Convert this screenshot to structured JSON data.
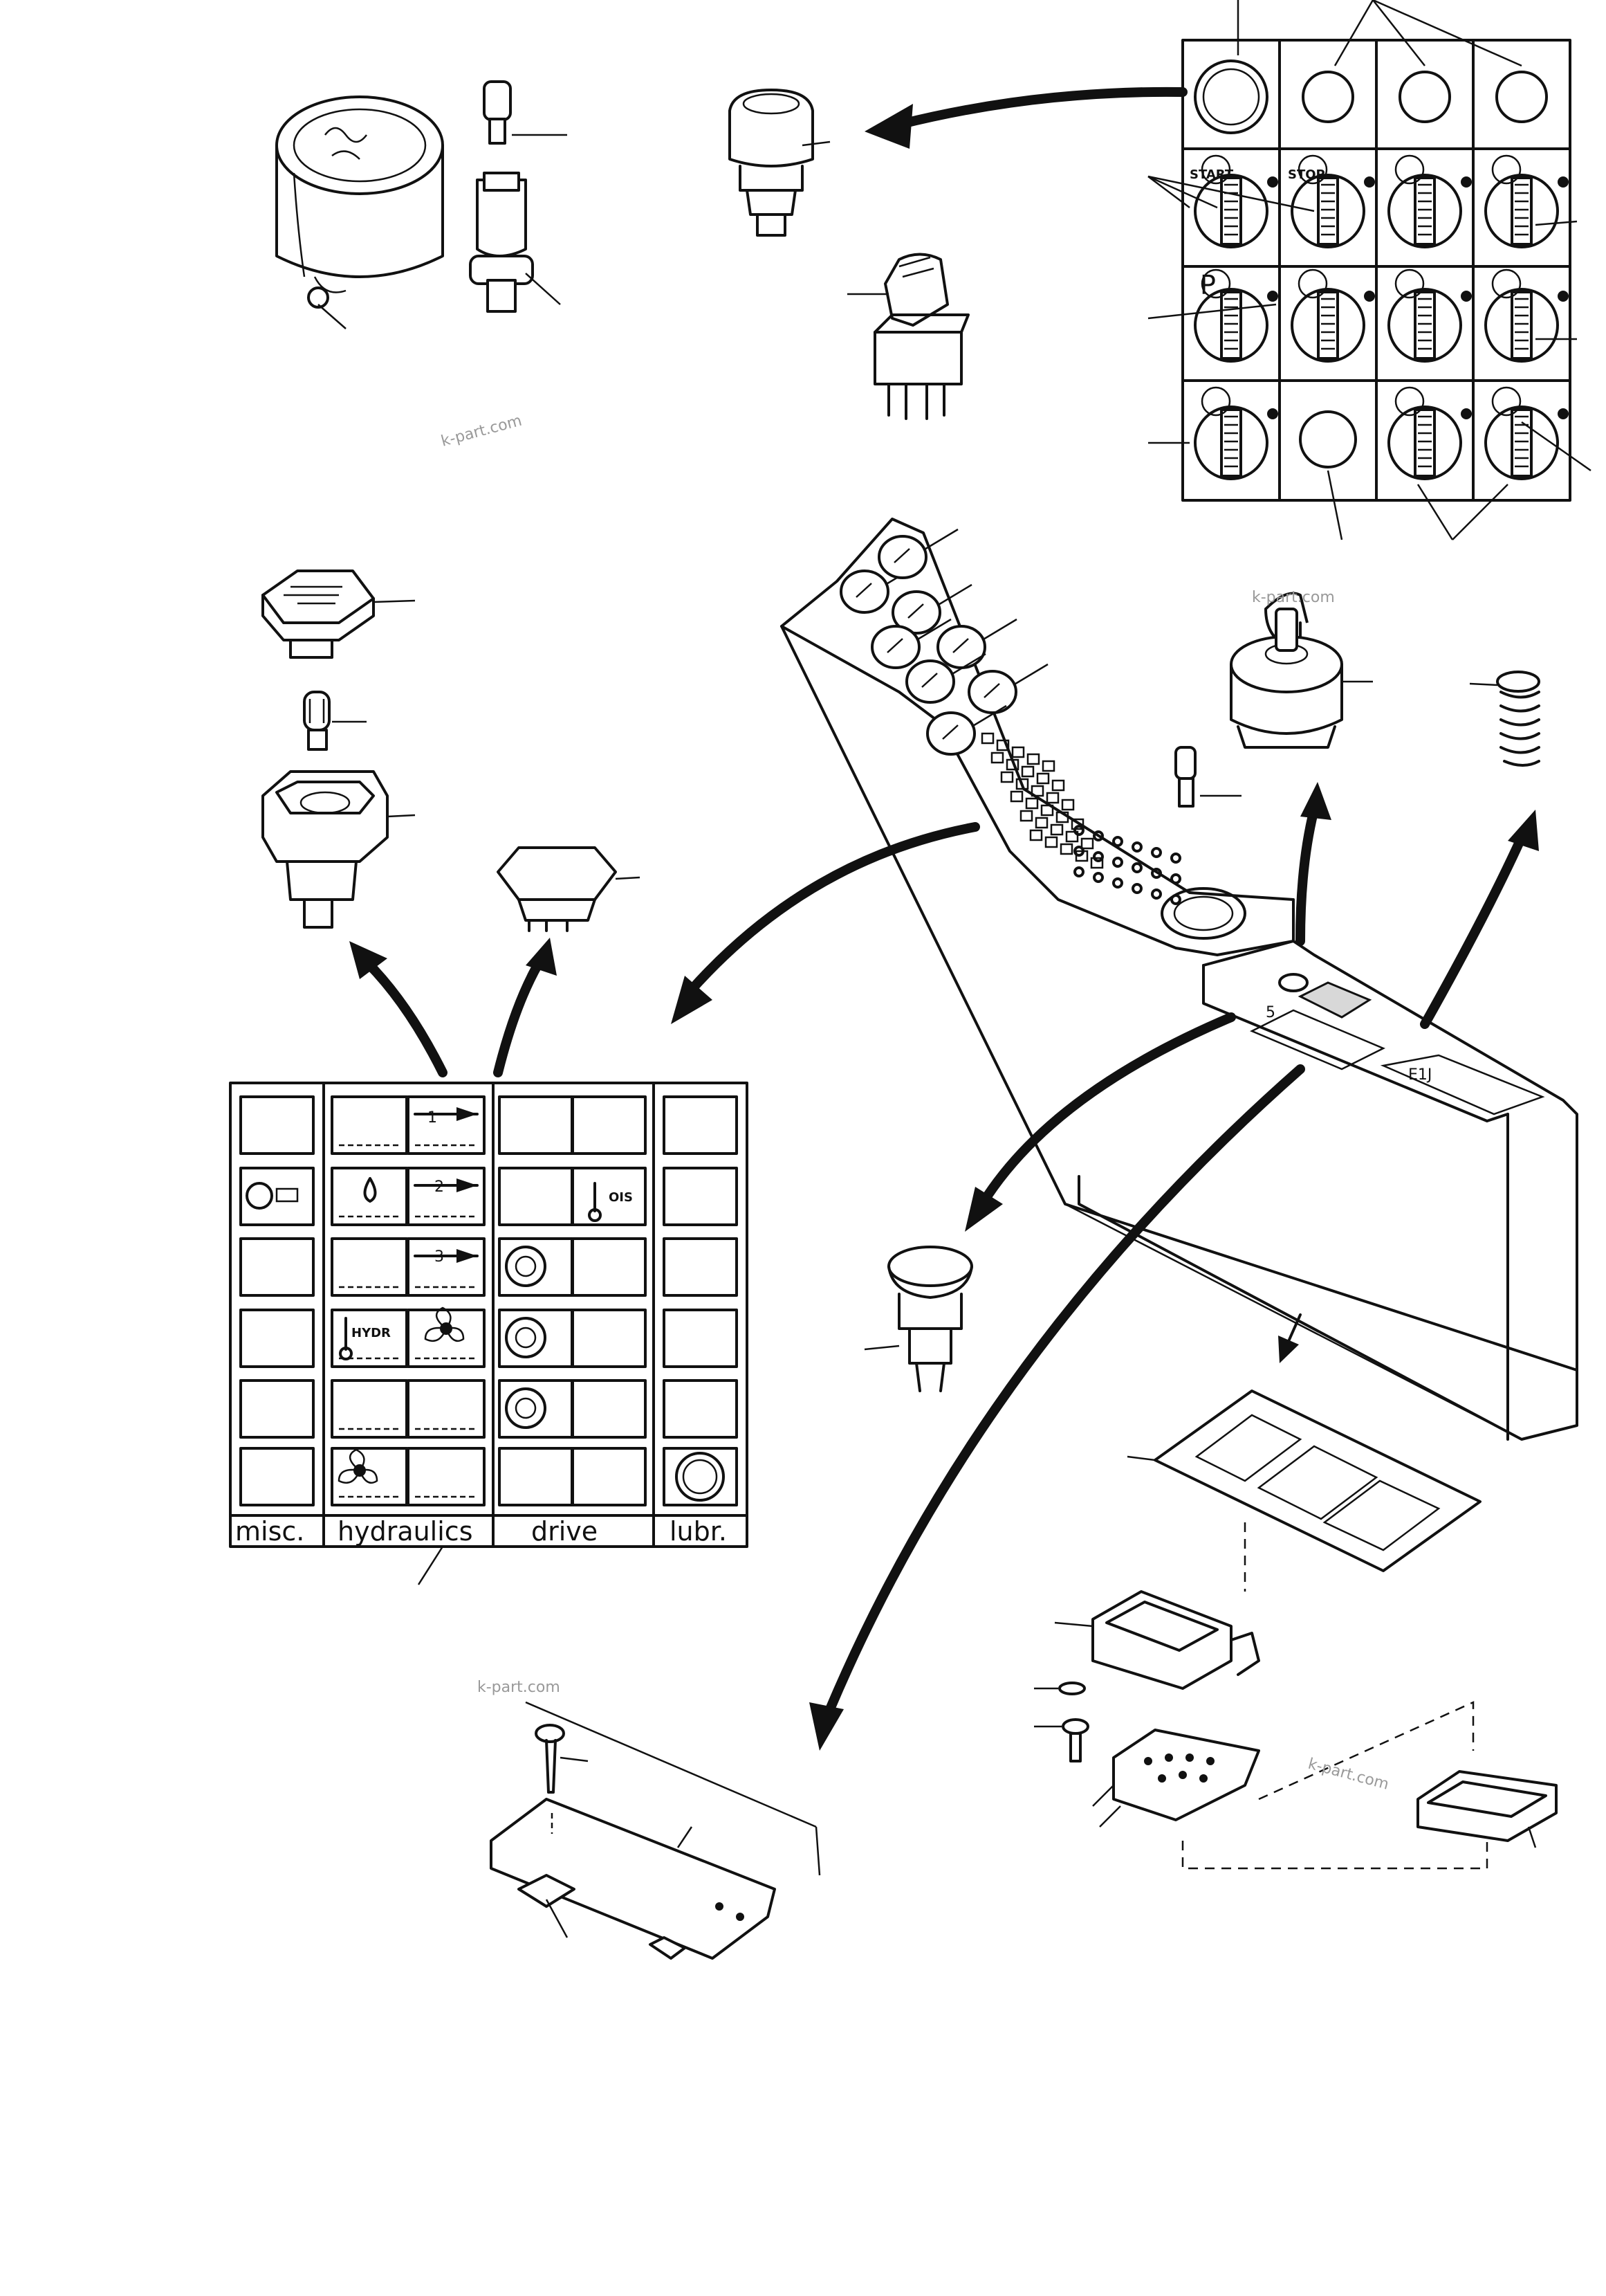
{
  "diagram": {
    "title": "",
    "panel_columns": [
      "misc.",
      "hydraulics",
      "drive",
      "lubr."
    ],
    "indicator_labels": {
      "start": "START",
      "stop": "STOP",
      "p": "P",
      "hydr": "HYDR",
      "oil": "OIS",
      "num1": "1",
      "num2": "2",
      "num3": "3",
      "five": "5",
      "e1": "E1J"
    },
    "watermark": "k-part.com",
    "colors": {
      "ink": "#111111",
      "paper": "#ffffff"
    }
  }
}
